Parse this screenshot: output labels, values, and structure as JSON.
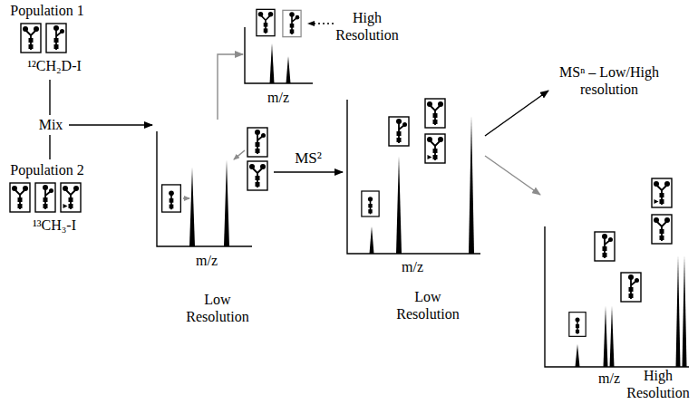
{
  "diagram": {
    "nodes": [
      {
        "text": [
          "Population 1",
          "¹²CH₂D-I"
        ]
      },
      {
        "text": [
          "Mix"
        ]
      },
      {
        "text": [
          "Population 2",
          "¹³CH₃-I"
        ]
      },
      {
        "text": [
          "m/z",
          "Low Resolution"
        ]
      },
      {
        "text": [
          "m/z",
          "High Resolution"
        ]
      },
      {
        "text": [
          "m/z",
          "Low Resolution"
        ]
      },
      {
        "text": [
          "MSⁿ – Low/High resolution"
        ]
      },
      {
        "text": [
          "m/z",
          "High Resolution"
        ]
      }
    ],
    "edges": [
      {
        "from": 0,
        "to": 1,
        "arrow": "none"
      },
      {
        "from": 1,
        "to": 2,
        "arrow": "none"
      },
      {
        "from": 1,
        "to": 3,
        "arrow": "to"
      },
      {
        "from": 3,
        "to": 4,
        "arrow": "to"
      },
      {
        "from": 3,
        "to": 5,
        "label": "MS²",
        "arrow": "to"
      },
      {
        "from": 5,
        "to": 6,
        "arrow": "to"
      },
      {
        "from": 5,
        "to": 7,
        "arrow": "to"
      }
    ]
  }
}
